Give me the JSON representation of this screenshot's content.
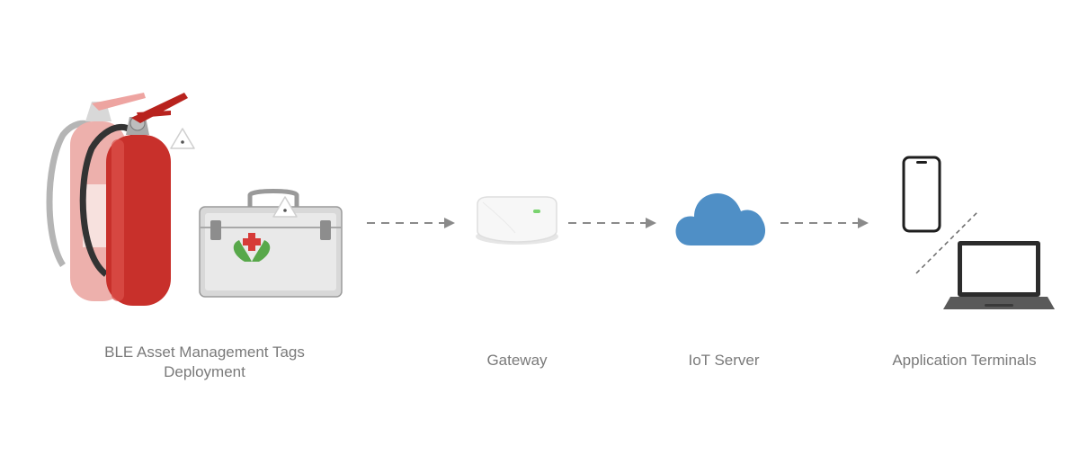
{
  "nodes": {
    "tags": {
      "line1": "BLE Asset Management Tags",
      "line2": "Deployment"
    },
    "gateway": {
      "label": "Gateway"
    },
    "server": {
      "label": "IoT Server"
    },
    "terminals": {
      "label": "Application Terminals"
    }
  },
  "colors": {
    "label_text": "#7a7a7a",
    "arrow": "#8a8a8a",
    "cloud": "#4f8fc6",
    "extinguisher_red": "#c8302b",
    "case_silver": "#d8d8d8"
  },
  "icons": [
    "fire-extinguisher-icon",
    "first-aid-case-icon",
    "ble-tag-icon",
    "gateway-device-icon",
    "cloud-icon",
    "smartphone-icon",
    "laptop-icon"
  ]
}
